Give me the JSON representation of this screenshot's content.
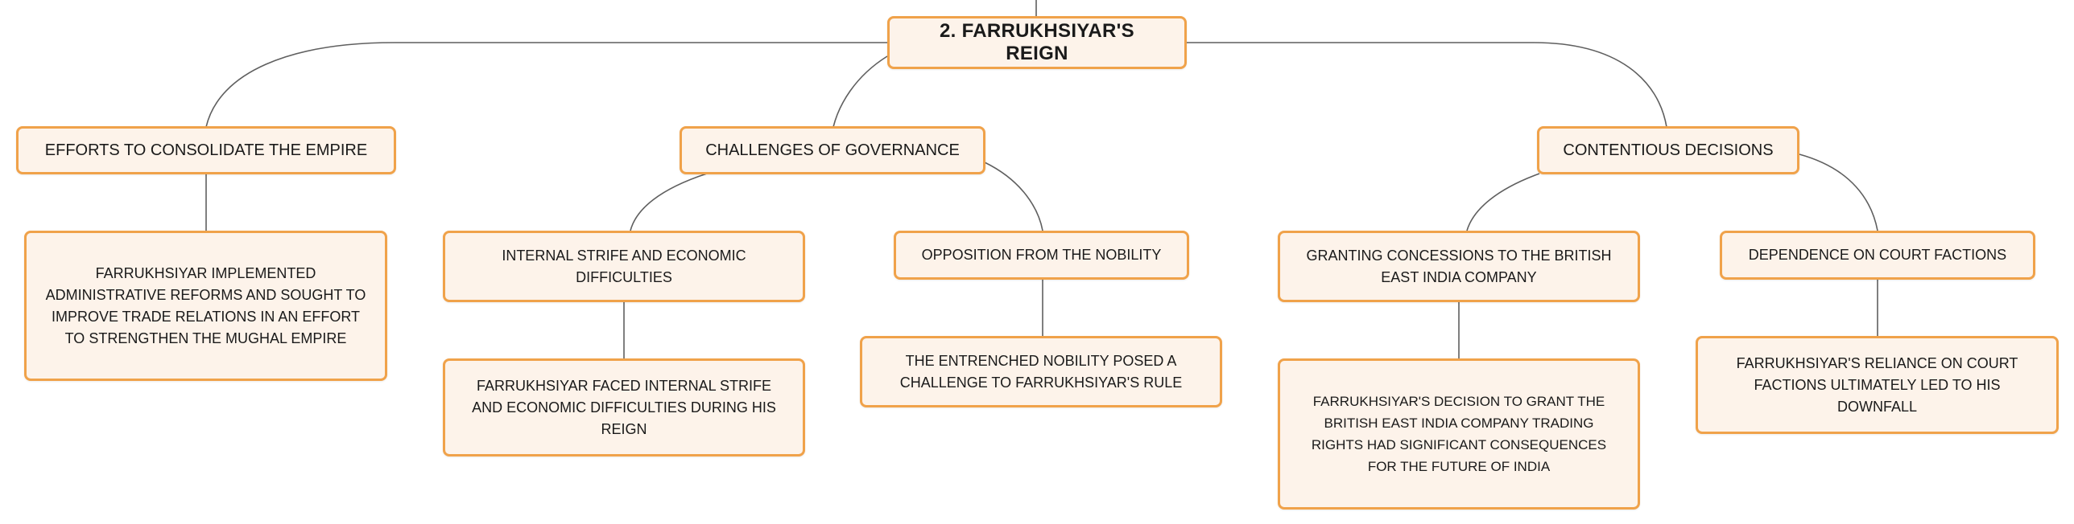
{
  "root": {
    "label": "2. FARRUKHSIYAR'S REIGN"
  },
  "branches": [
    {
      "label": "EFFORTS TO CONSOLIDATE THE EMPIRE",
      "detail": "FARRUKHSIYAR IMPLEMENTED ADMINISTRATIVE REFORMS AND SOUGHT TO IMPROVE TRADE RELATIONS IN AN EFFORT TO STRENGTHEN THE MUGHAL EMPIRE"
    },
    {
      "label": "CHALLENGES OF GOVERNANCE",
      "children": [
        {
          "label": "INTERNAL STRIFE AND ECONOMIC DIFFICULTIES",
          "detail": "FARRUKHSIYAR FACED INTERNAL STRIFE AND ECONOMIC DIFFICULTIES DURING HIS REIGN"
        },
        {
          "label": "OPPOSITION FROM THE NOBILITY",
          "detail": "THE ENTRENCHED NOBILITY POSED A CHALLENGE TO FARRUKHSIYAR'S RULE"
        }
      ]
    },
    {
      "label": "CONTENTIOUS DECISIONS",
      "children": [
        {
          "label": "GRANTING CONCESSIONS TO THE BRITISH EAST INDIA COMPANY",
          "detail": "FARRUKHSIYAR'S DECISION TO GRANT THE BRITISH EAST INDIA COMPANY TRADING RIGHTS HAD SIGNIFICANT CONSEQUENCES FOR THE FUTURE OF INDIA"
        },
        {
          "label": "DEPENDENCE ON COURT FACTIONS",
          "detail": "FARRUKHSIYAR'S RELIANCE ON COURT FACTIONS ULTIMATELY LED TO HIS DOWNFALL"
        }
      ]
    }
  ],
  "colors": {
    "node_fill": "#fdf3ea",
    "node_border": "#f0a24a",
    "connector": "#5f5f5f"
  }
}
